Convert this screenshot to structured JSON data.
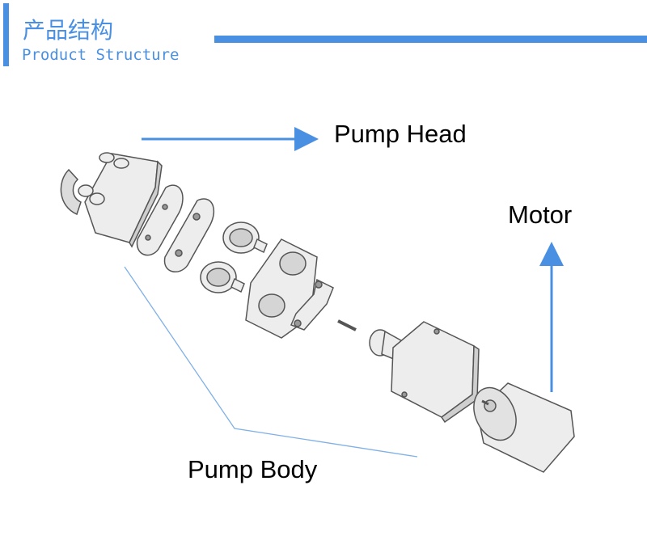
{
  "header": {
    "title_zh": "产品结构",
    "title_en": "Product Structure"
  },
  "labels": {
    "pump_head": "Pump Head",
    "motor": "Motor",
    "pump_body": "Pump Body"
  },
  "colors": {
    "accent": "#4a90e2",
    "arrow": "#4a90e2",
    "leader_line": "#7fb0e6",
    "part_fill": "#ededed",
    "part_stroke": "#555555"
  }
}
